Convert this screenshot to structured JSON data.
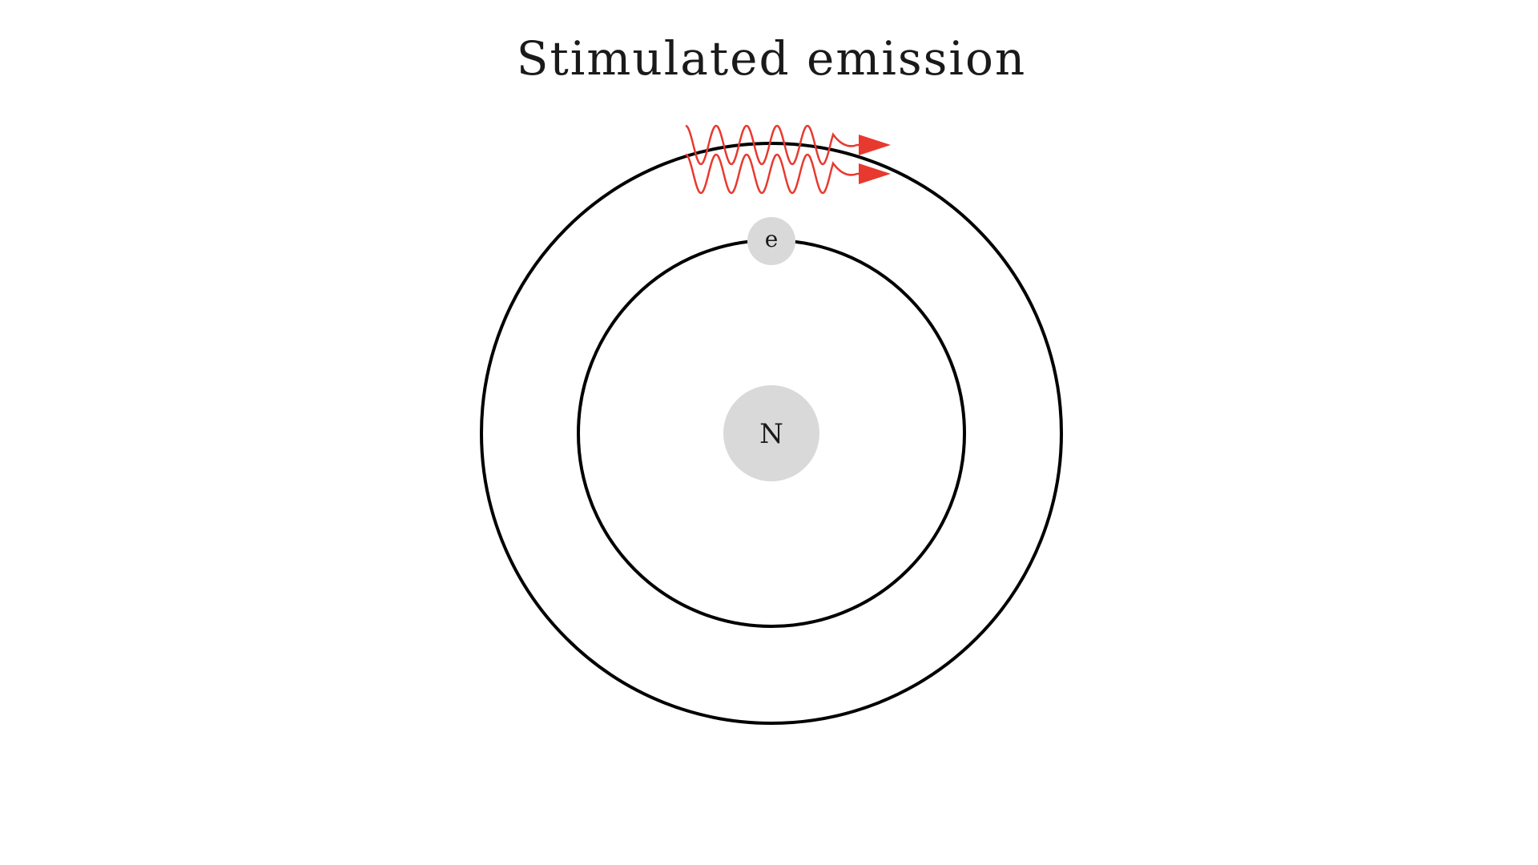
{
  "diagram": {
    "title": "Stimulated emission",
    "nucleus": {
      "label": "N"
    },
    "electron": {
      "label": "e"
    },
    "orbits": [
      "inner-orbit",
      "outer-orbit"
    ],
    "photons": [
      {
        "name": "incident-photon",
        "icon": "wavy-arrow"
      },
      {
        "name": "emitted-photon",
        "icon": "wavy-arrow"
      }
    ],
    "colors": {
      "background": "#ffffff",
      "orbit_stroke": "#000000",
      "nucleus_fill": "#d9d9d9",
      "electron_fill": "#d9d9d9",
      "photon_color": "#e8392f",
      "text": "#1a1a1a"
    }
  }
}
